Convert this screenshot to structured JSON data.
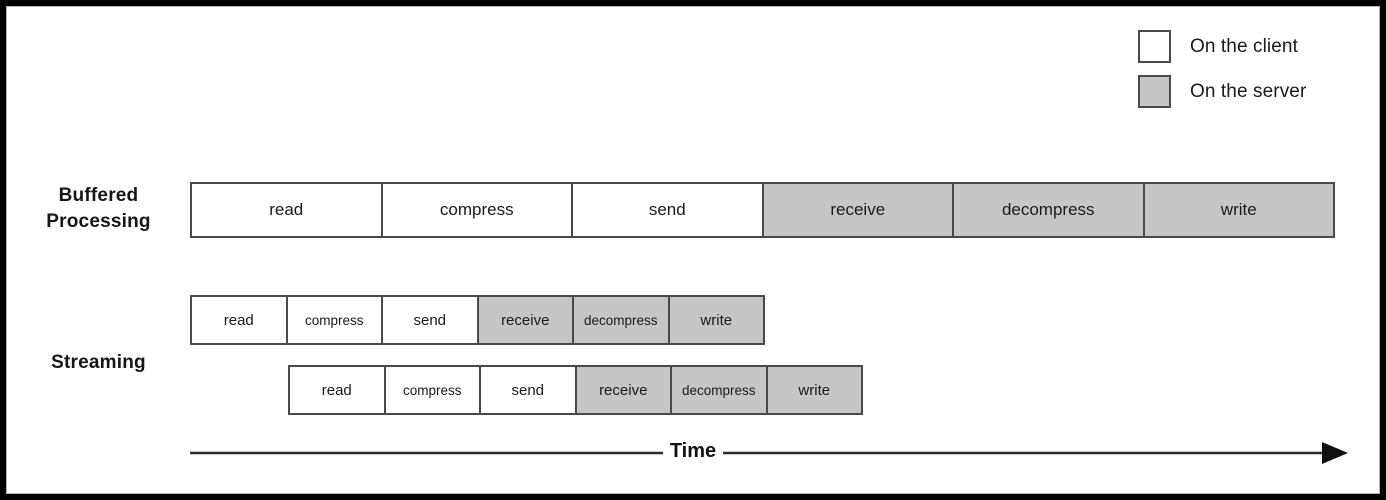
{
  "figure": {
    "title": "Buffered Processing versus Streaming pipeline timeline",
    "background_color": "#ffffff",
    "border_color": "#000000"
  },
  "legend": {
    "items": [
      {
        "label": "On the client",
        "swatch": "client",
        "color": "#ffffff"
      },
      {
        "label": "On the server",
        "swatch": "server",
        "color": "#c6c6c6"
      }
    ]
  },
  "rows": [
    {
      "id": "buffered",
      "label": "Buffered\nProcessing",
      "label_line_1": "Buffered",
      "label_line_2": "Processing",
      "bars": [
        {
          "id": "buffered-bar",
          "cells": [
            {
              "label": "read",
              "where": "client"
            },
            {
              "label": "compress",
              "where": "client"
            },
            {
              "label": "send",
              "where": "client"
            },
            {
              "label": "receive",
              "where": "server"
            },
            {
              "label": "decompress",
              "where": "server"
            },
            {
              "label": "write",
              "where": "server"
            }
          ]
        }
      ]
    },
    {
      "id": "streaming",
      "label": "Streaming",
      "bars": [
        {
          "id": "streaming-bar-1",
          "cells": [
            {
              "label": "read",
              "where": "client"
            },
            {
              "label": "compress",
              "where": "client"
            },
            {
              "label": "send",
              "where": "client"
            },
            {
              "label": "receive",
              "where": "server"
            },
            {
              "label": "decompress",
              "where": "server"
            },
            {
              "label": "write",
              "where": "server"
            }
          ]
        },
        {
          "id": "streaming-bar-2",
          "cells": [
            {
              "label": "read",
              "where": "client"
            },
            {
              "label": "compress",
              "where": "client"
            },
            {
              "label": "send",
              "where": "client"
            },
            {
              "label": "receive",
              "where": "server"
            },
            {
              "label": "decompress",
              "where": "server"
            },
            {
              "label": "write",
              "where": "server"
            }
          ]
        }
      ]
    }
  ],
  "axis": {
    "label": "Time",
    "direction": "left-to-right",
    "arrow_icon": "arrow-right-icon"
  },
  "colors": {
    "client_fill": "#ffffff",
    "server_fill": "#c6c6c6",
    "cell_stroke": "#4a4a4a",
    "text": "#1a1a1a",
    "frame": "#000000"
  }
}
